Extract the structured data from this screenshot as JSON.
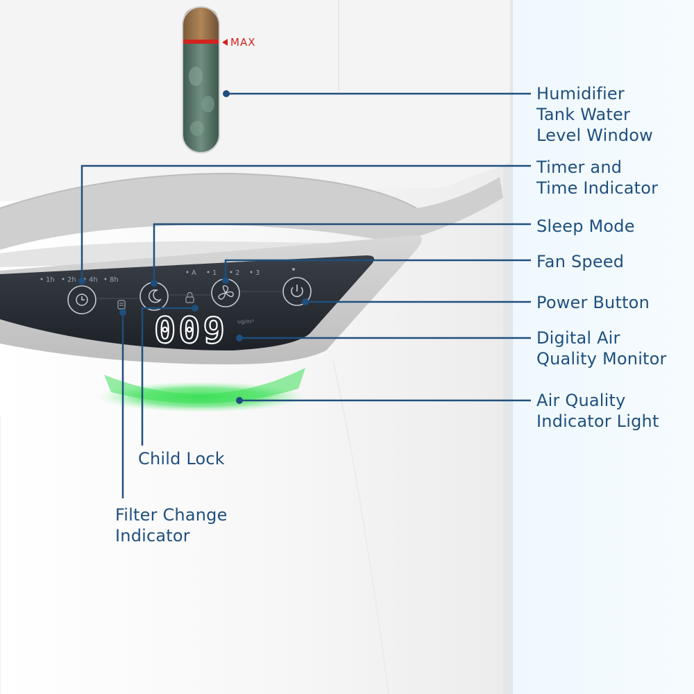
{
  "tank": {
    "max_label": "MAX"
  },
  "panel": {
    "timer_options": [
      "1h",
      "2h",
      "4h",
      "8h"
    ],
    "fan_options": [
      "A",
      "1",
      "2",
      "3"
    ],
    "display_value": "009",
    "display_unit": "ug/m³"
  },
  "callouts": {
    "tank_window": "Humidifier\nTank Water\nLevel Window",
    "timer": "Timer and\nTime Indicator",
    "sleep": "Sleep Mode",
    "fan": "Fan Speed",
    "power": "Power Button",
    "air_monitor": "Digital Air\nQuality Monitor",
    "air_light": "Air Quality\nIndicator Light",
    "child_lock": "Child Lock",
    "filter_change": "Filter Change\nIndicator"
  },
  "colors": {
    "callout_text": "#1f4f7d",
    "callout_line": "#1f4f7d",
    "indicator_light": "#3ee05a",
    "max_marker": "#d2231f"
  }
}
